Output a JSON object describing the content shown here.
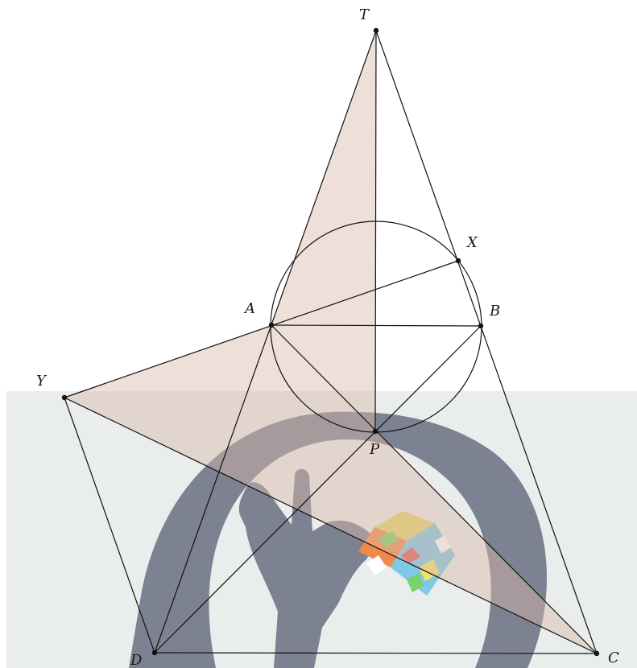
{
  "colors": {
    "background_band": "#e9edec",
    "shaded_region": "#d9b8a8",
    "logo_gray": "#5f6478",
    "line": "#111111"
  },
  "points": {
    "T": "T",
    "X": "X",
    "A": "A",
    "B": "B",
    "Y": "Y",
    "P": "P",
    "D": "D",
    "C": "C"
  },
  "logo": {
    "semantic": "hand-holding-rubiks-cube-watermark"
  }
}
